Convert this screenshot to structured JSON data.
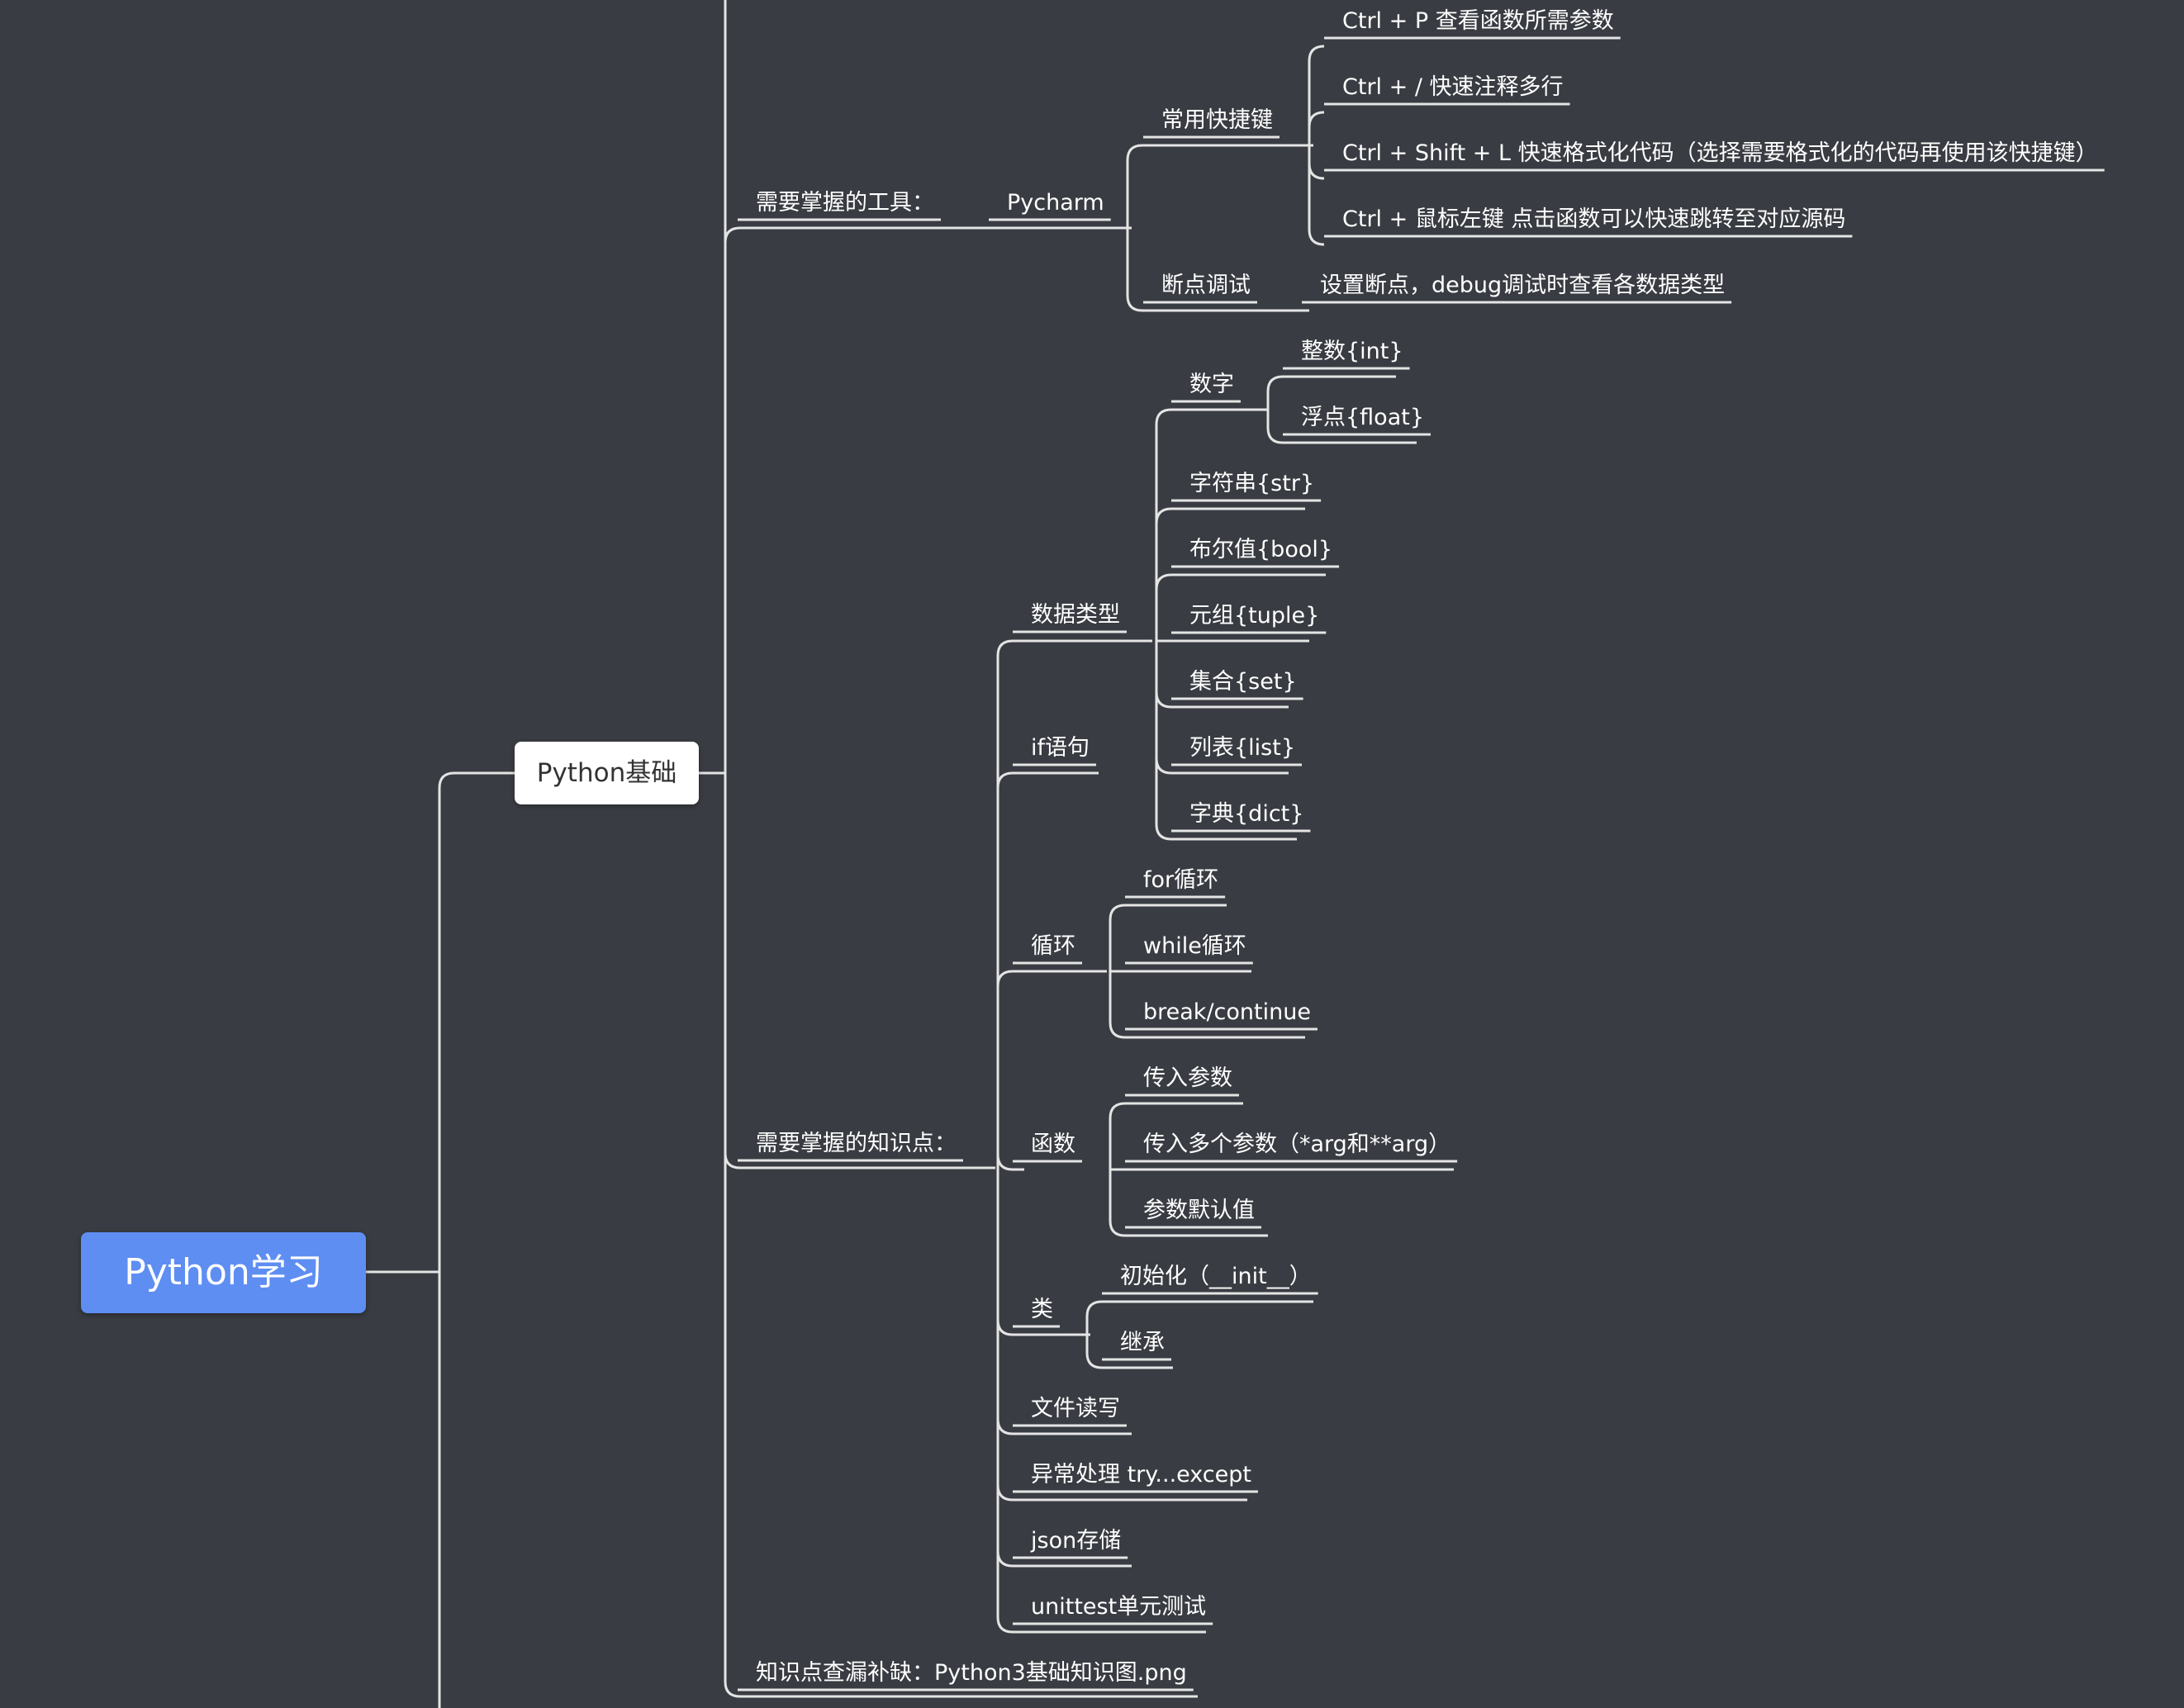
{
  "root": {
    "label": "Python学习"
  },
  "python_basics": {
    "label": "Python基础",
    "tools": {
      "label": "需要掌握的工具：",
      "pycharm": {
        "label": "Pycharm",
        "shortcuts": {
          "label": "常用快捷键",
          "items": [
            "Ctrl + P 查看函数所需参数",
            "Ctrl + / 快速注释多行",
            "Ctrl + Shift + L 快速格式化代码（选择需要格式化的代码再使用该快捷键）",
            "Ctrl + 鼠标左键 点击函数可以快速跳转至对应源码"
          ]
        },
        "debug": {
          "label": "断点调试",
          "detail": "设置断点，debug调试时查看各数据类型"
        }
      }
    },
    "knowledge": {
      "label": "需要掌握的知识点：",
      "data_types": {
        "label": "数据类型",
        "number": {
          "label": "数字",
          "items": [
            "整数{int}",
            "浮点{float}"
          ]
        },
        "items": [
          "字符串{str}",
          "布尔值{bool}",
          "元组{tuple}",
          "集合{set}",
          "列表{list}",
          "字典{dict}"
        ]
      },
      "if_stmt": "if语句",
      "loop": {
        "label": "循环",
        "items": [
          "for循环",
          "while循环",
          "break/continue"
        ]
      },
      "func": {
        "label": "函数",
        "items": [
          "传入参数",
          "传入多个参数（*arg和**arg）",
          "参数默认值"
        ]
      },
      "cls": {
        "label": "类",
        "items": [
          "初始化（__init__）",
          "继承"
        ]
      },
      "file_io": "文件读写",
      "exceptions": "异常处理 try...except",
      "json_storage": "json存储",
      "unittest": "unittest单元测试"
    },
    "gap_check": "知识点查漏补缺：Python3基础知识图.png"
  }
}
